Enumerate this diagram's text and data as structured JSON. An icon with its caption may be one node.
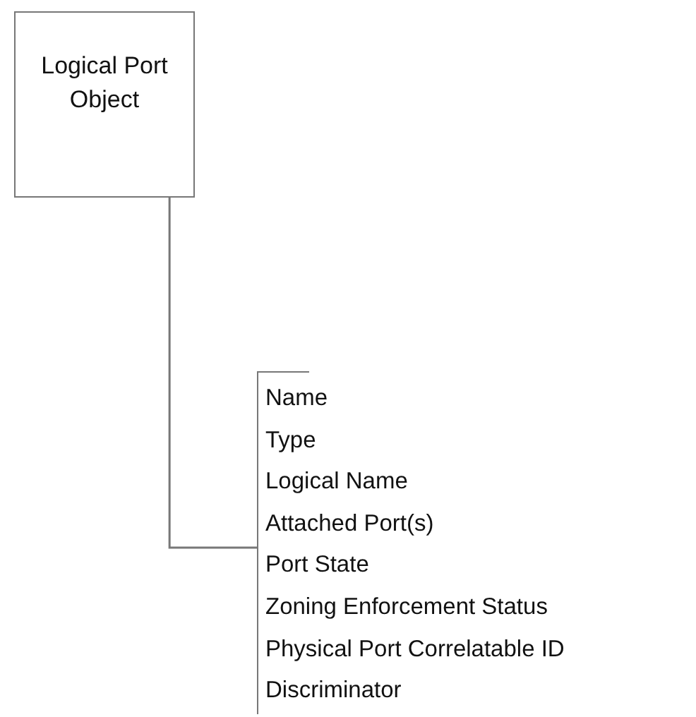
{
  "diagram": {
    "nodes": [
      {
        "text": [
          "Logical Port Object"
        ]
      },
      {
        "text": [
          "Name",
          "Type",
          "Logical Name",
          "Attached Port(s)",
          "Port State",
          "Zoning Enforcement Status",
          "Physical Port Correlatable ID",
          "Discriminator"
        ]
      }
    ],
    "edges": [
      {
        "from": 0,
        "to": 1,
        "arrow": "none"
      }
    ]
  }
}
